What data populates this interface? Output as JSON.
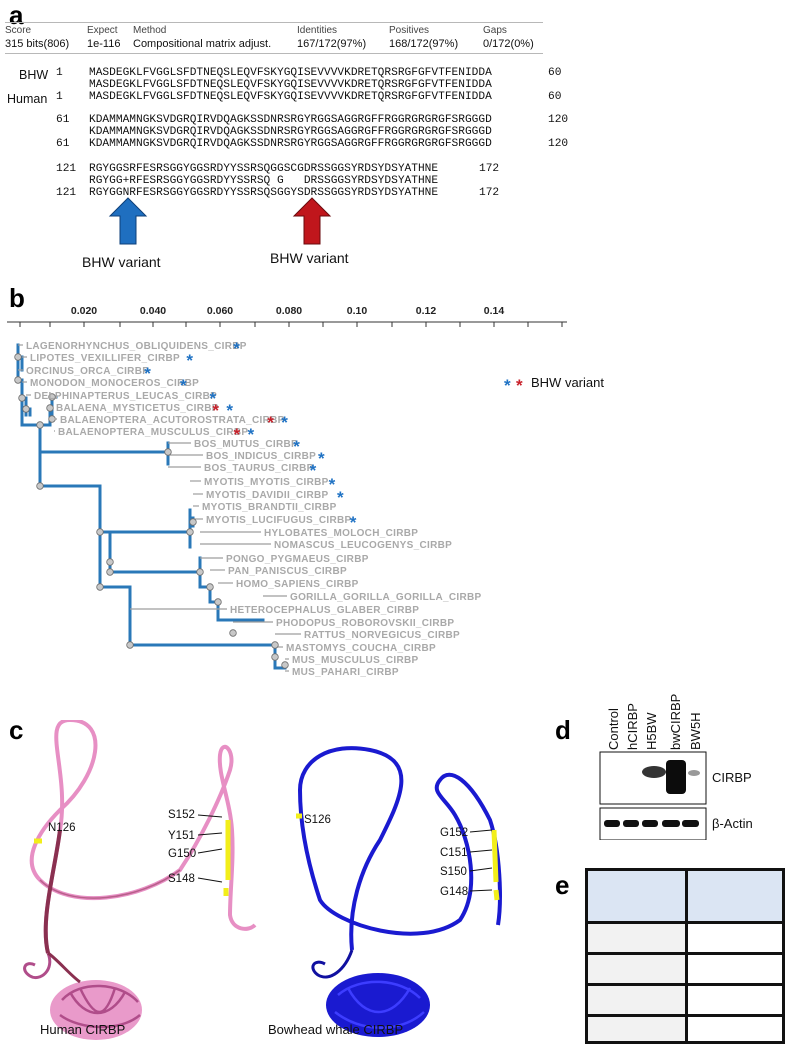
{
  "panels": {
    "a": "a",
    "b": "b",
    "c": "c",
    "d": "d",
    "e": "e"
  },
  "blast_header": {
    "labels": [
      "Score",
      "Expect",
      "Method",
      "Identities",
      "Positives",
      "Gaps"
    ],
    "values": [
      "315 bits(806)",
      "1e-116",
      "Compositional matrix adjust.",
      "167/172(97%)",
      "168/172(97%)",
      "0/172(0%)"
    ]
  },
  "alignment": {
    "blocks": [
      {
        "q_label": "BHW",
        "s_label": "Human",
        "q_start": "1",
        "s_start": "1",
        "query": "MASDEGKLFVGGLSFDTNEQSLEQVFSKYGQISEVVVVKDRETQRSRGFGFVTFENIDDA",
        "match": "MASDEGKLFVGGLSFDTNEQSLEQVFSKYGQISEVVVVKDRETQRSRGFGFVTFENIDDA",
        "subject": "MASDEGKLFVGGLSFDTNEQSLEQVFSKYGQISEVVVVKDRETQRSRGFGFVTFENIDDA",
        "q_end": "60",
        "s_end": "60"
      },
      {
        "q_label": "",
        "s_label": "",
        "q_start": "61",
        "s_start": "61",
        "query": "KDAMMAMNGKSVDGRQIRVDQAGKSSDNRSRGYRGGSAGGRGFFRGGRGRGRGFSRGGGD",
        "match": "KDAMMAMNGKSVDGRQIRVDQAGKSSDNRSRGYRGGSAGGRGFFRGGRGRGRGFSRGGGD",
        "subject": "KDAMMAMNGKSVDGRQIRVDQAGKSSDNRSRGYRGGSAGGRGFFRGGRGRGRGFSRGGGD",
        "q_end": "120",
        "s_end": "120"
      },
      {
        "q_label": "",
        "s_label": "",
        "q_start": "121",
        "s_start": "121",
        "query": "RGYGGSRFESRSGGYGGSRDYYSSRSQGGSCGDRSSGGSYRDSYDSYATHNE",
        "match": "RGYGG+RFESRSGGYGGSRDYYSSRSQ G   DRSSGGSYRDSYDSYATHNE",
        "subject": "RGYGGNRFESRSGGYGGSRDYYSSRSQSGGYSDRSSGGSYRDSYDSYATHNE",
        "q_end": "172",
        "s_end": "172"
      }
    ],
    "arrow_blue_label": "BHW variant",
    "arrow_red_label": "BHW variant",
    "colors": {
      "blue": "#1f6fc0",
      "red": "#c0161c"
    }
  },
  "tree": {
    "scale_ticks": [
      "0.020",
      "0.040",
      "0.060",
      "0.080",
      "0.10",
      "0.12",
      "0.14"
    ],
    "legend_text": "BHW variant",
    "colors": {
      "branch": "#2a78b8",
      "leaf": "#9e9e9e",
      "node": "#c8c8c8",
      "blue_star": "#1f72c4",
      "red_star": "#c8202a"
    },
    "leaves": [
      {
        "name": "LAGENORHYNCHUS_OBLIQUIDENS_CIRBP",
        "blue": true,
        "red": false
      },
      {
        "name": "LIPOTES_VEXILLIFER_CIRBP",
        "blue": true,
        "red": false
      },
      {
        "name": "ORCINUS_ORCA_CIRBP",
        "blue": true,
        "red": false
      },
      {
        "name": "MONODON_MONOCEROS_CIRBP",
        "blue": true,
        "red": false
      },
      {
        "name": "DELPHINAPTERUS_LEUCAS_CIRBP",
        "blue": true,
        "red": false
      },
      {
        "name": "BALAENA_MYSTICETUS_CIRBP",
        "blue": true,
        "red": true
      },
      {
        "name": "BALAENOPTERA_ACUTOROSTRATA_CIRBP",
        "blue": true,
        "red": true
      },
      {
        "name": "BALAENOPTERA_MUSCULUS_CIRBP",
        "blue": true,
        "red": true
      },
      {
        "name": "BOS_MUTUS_CIRBP",
        "blue": true,
        "red": false
      },
      {
        "name": "BOS_INDICUS_CIRBP",
        "blue": true,
        "red": false
      },
      {
        "name": "BOS_TAURUS_CIRBP",
        "blue": true,
        "red": false
      },
      {
        "name": "MYOTIS_MYOTIS_CIRBP",
        "blue": true,
        "red": false
      },
      {
        "name": "MYOTIS_DAVIDII_CIRBP",
        "blue": true,
        "red": false
      },
      {
        "name": "MYOTIS_BRANDTII_CIRBP",
        "blue": false,
        "red": false
      },
      {
        "name": "MYOTIS_LUCIFUGUS_CIRBP",
        "blue": true,
        "red": false
      },
      {
        "name": "HYLOBATES_MOLOCH_CIRBP",
        "blue": false,
        "red": false
      },
      {
        "name": "NOMASCUS_LEUCOGENYS_CIRBP",
        "blue": false,
        "red": false
      },
      {
        "name": "PONGO_PYGMAEUS_CIRBP",
        "blue": false,
        "red": false
      },
      {
        "name": "PAN_PANISCUS_CIRBP",
        "blue": false,
        "red": false
      },
      {
        "name": "HOMO_SAPIENS_CIRBP",
        "blue": false,
        "red": false
      },
      {
        "name": "GORILLA_GORILLA_GORILLA_CIRBP",
        "blue": false,
        "red": false
      },
      {
        "name": "HETEROCEPHALUS_GLABER_CIRBP",
        "blue": false,
        "red": false
      },
      {
        "name": "PHODOPUS_ROBOROVSKII_CIRBP",
        "blue": false,
        "red": false
      },
      {
        "name": "RATTUS_NORVEGICUS_CIRBP",
        "blue": false,
        "red": false
      },
      {
        "name": "MASTOMYS_COUCHA_CIRBP",
        "blue": false,
        "red": false
      },
      {
        "name": "MUS_MUSCULUS_CIRBP",
        "blue": false,
        "red": false
      },
      {
        "name": "MUS_PAHARI_CIRBP",
        "blue": false,
        "red": false
      }
    ]
  },
  "structures": {
    "human": {
      "caption": "Human CIRBP",
      "color": "#e78fc4",
      "dark": "#8a3050",
      "labels": [
        "N126",
        "S152",
        "Y151",
        "G150",
        "S148"
      ]
    },
    "whale": {
      "caption": "Bowhead whale CIRBP",
      "color": "#1a1ad0",
      "dark": "#0a0a80",
      "labels": [
        "S126",
        "G152",
        "C151",
        "S150",
        "G148"
      ]
    },
    "highlight_color": "#f2ee1a"
  },
  "western": {
    "lanes": [
      "Control",
      "hCIRBP",
      "H5BW",
      "bwCIRBP",
      "BW5H"
    ],
    "bands": [
      "CIRBP",
      "β-Actin"
    ]
  },
  "table_e": {
    "header_color": "#dbe5f3",
    "body_left_color": "#f2f2f2",
    "rows": 4
  }
}
